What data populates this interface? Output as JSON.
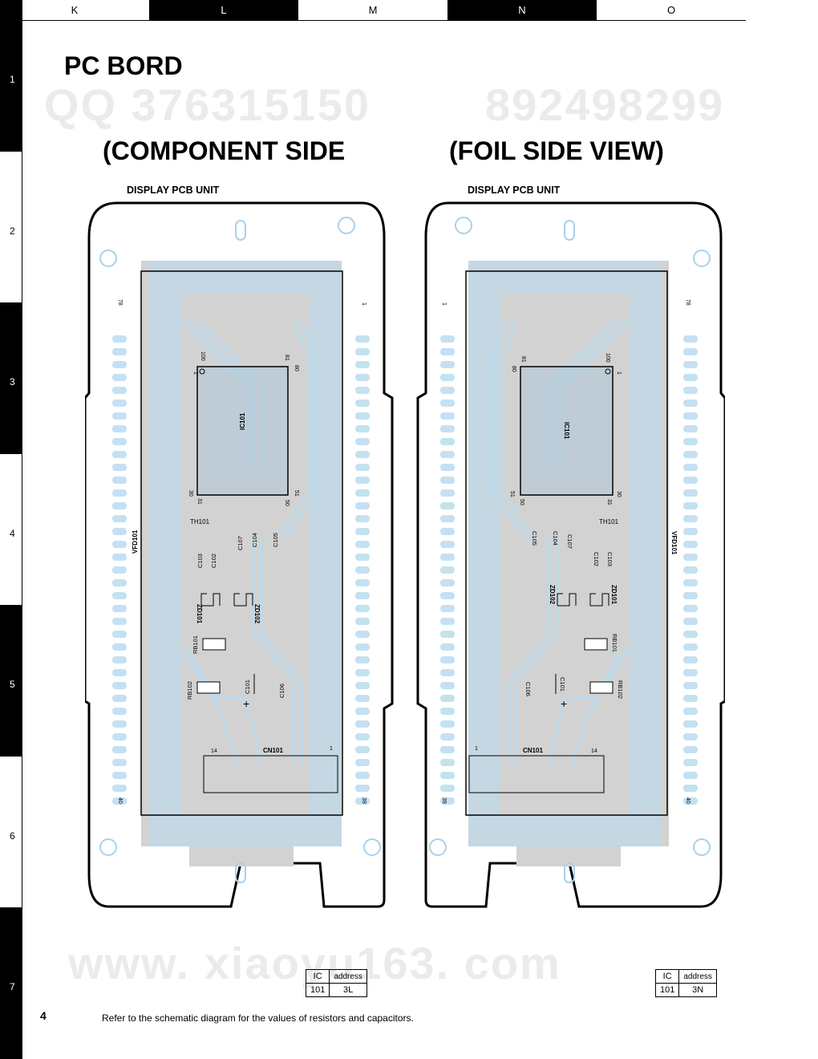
{
  "columns": [
    "K",
    "L",
    "M",
    "N",
    "O"
  ],
  "rows": [
    "1",
    "2",
    "3",
    "4",
    "5",
    "6",
    "7"
  ],
  "title": "PC BORD",
  "headings": {
    "left": "(COMPONENT SIDE",
    "right": "(FOIL SIDE VIEW)"
  },
  "board_label": "DISPLAY PCB UNIT",
  "watermarks": {
    "qq": "QQ 376315150",
    "phone": "892498299",
    "site": "www. xiaoyu163. com"
  },
  "components": {
    "ic": "IC101",
    "vfd": "VFD101",
    "cn": "CN101",
    "th": "TH101",
    "zd1": "ZD101",
    "zd2": "ZD102",
    "rb1": "RB101",
    "rb2": "RB102",
    "c101": "C101",
    "c102": "C102",
    "c103": "C103",
    "c104": "C104",
    "c105": "C105",
    "c106": "C106",
    "c107": "C107"
  },
  "pins": {
    "ic_1": "1",
    "ic_100": "100",
    "ic_81": "81",
    "ic_80": "80",
    "ic_30": "30",
    "ic_31": "31",
    "ic_50": "50",
    "ic_51": "51",
    "vfd_1": "1",
    "vfd_78": "78",
    "vfd_40": "40",
    "vfd_39": "39",
    "cn_14": "14",
    "cn_1": "1"
  },
  "address_table": {
    "header_ic": "IC",
    "header_address": "address",
    "left": {
      "ic": "101",
      "address": "3L"
    },
    "right": {
      "ic": "101",
      "address": "3N"
    }
  },
  "page_number": "4",
  "note": "Refer to the schematic diagram for the values of resistors and capacitors.",
  "colors": {
    "trace": "#b8d9ee",
    "copper": "#c9c9c9",
    "outline": "#000000",
    "pad": "#cfe6f5"
  }
}
